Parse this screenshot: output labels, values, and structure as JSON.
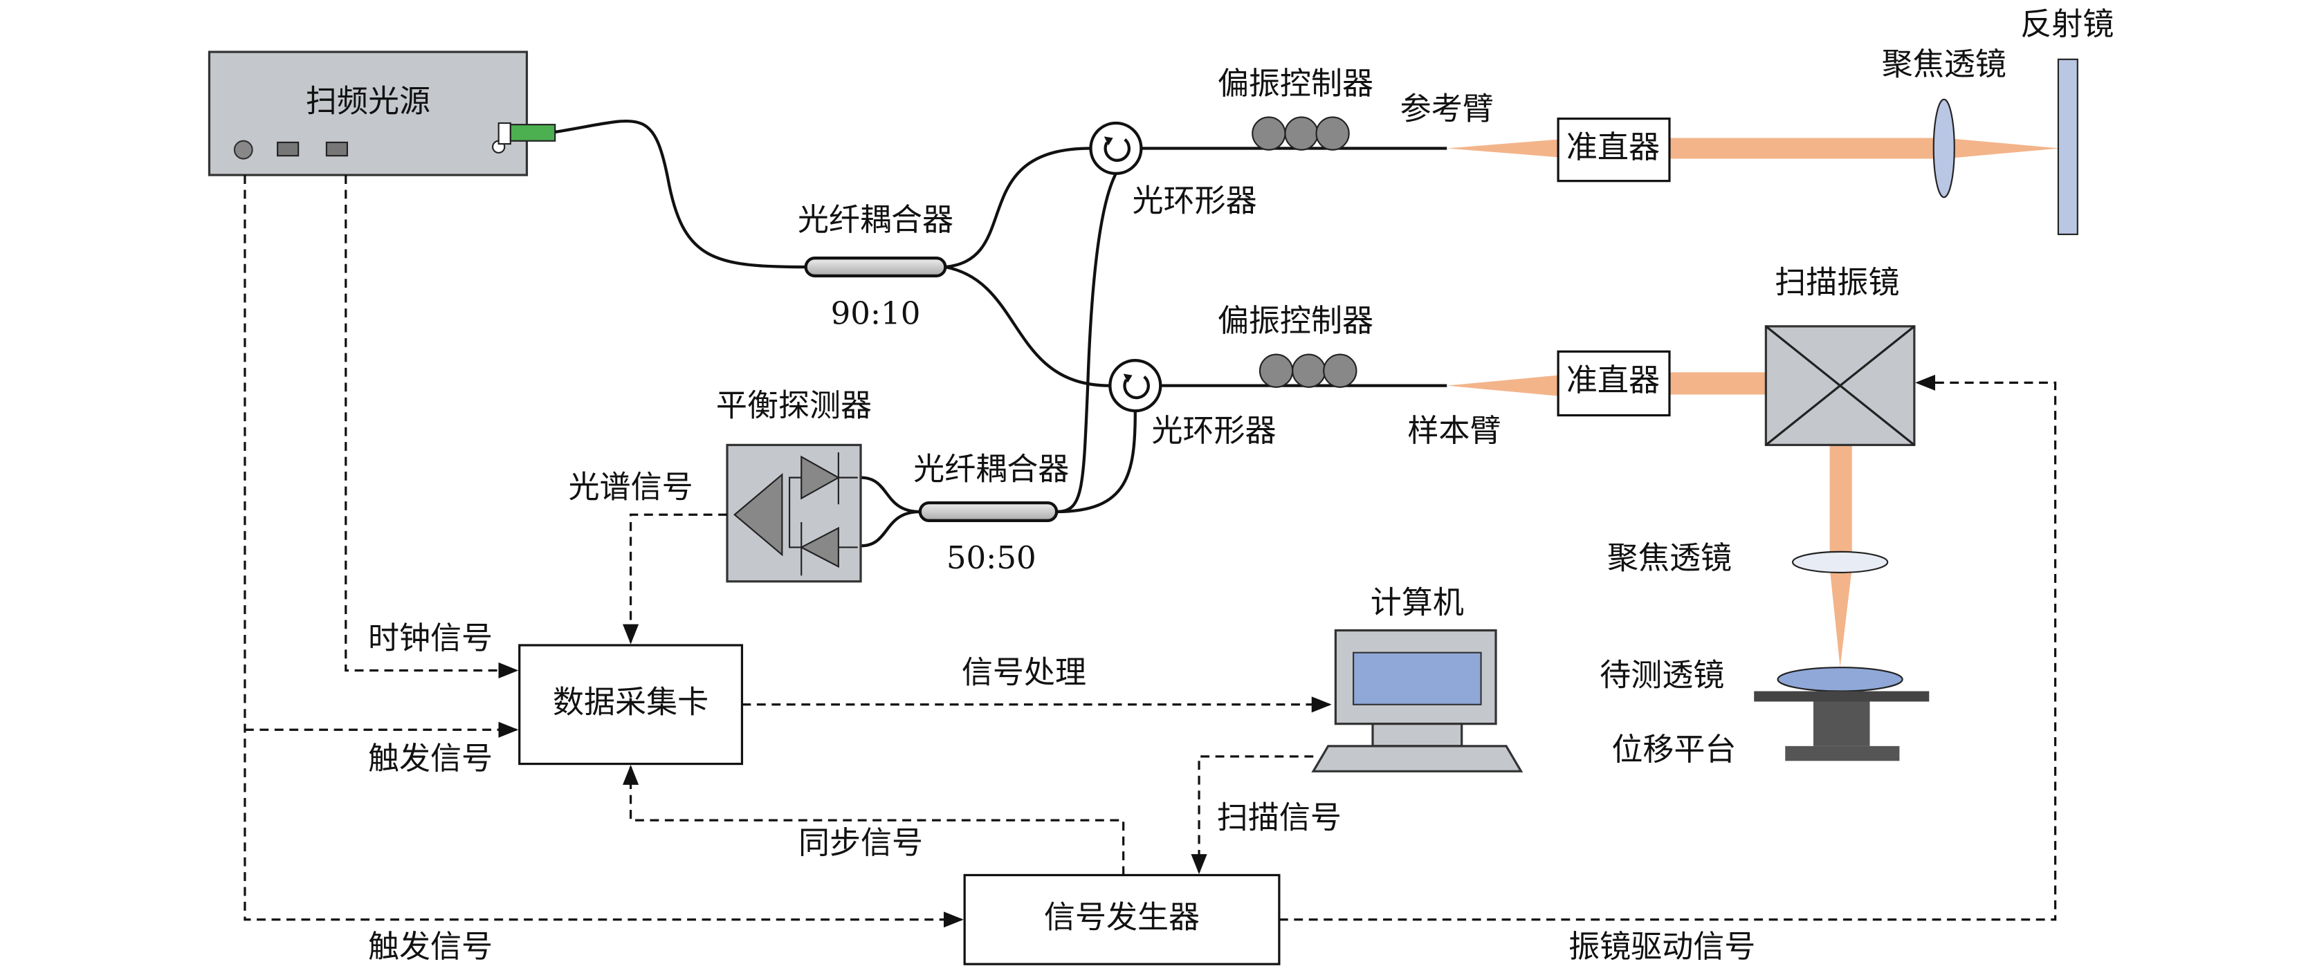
{
  "labels": {
    "source": "扫频光源",
    "coupler1": "光纤耦合器",
    "coupler1_ratio": "90:10",
    "circulator1": "光环形器",
    "pc1": "偏振控制器",
    "ref_arm": "参考臂",
    "collimator1": "准直器",
    "focus_lens1": "聚焦透镜",
    "mirror": "反射镜",
    "circulator2": "光环形器",
    "pc2": "偏振控制器",
    "sample_arm": "样本臂",
    "collimator2": "准直器",
    "galvo": "扫描振镜",
    "focus_lens2": "聚焦透镜",
    "test_lens": "待测透镜",
    "stage": "位移平台",
    "detector": "平衡探测器",
    "spectral_signal": "光谱信号",
    "coupler2": "光纤耦合器",
    "coupler2_ratio": "50:50",
    "clock_signal": "时钟信号",
    "daq": "数据采集卡",
    "trigger_signal1": "触发信号",
    "computer": "计算机",
    "signal_processing": "信号处理",
    "scan_signal": "扫描信号",
    "sync_signal": "同步信号",
    "signal_generator": "信号发生器",
    "trigger_signal2": "触发信号",
    "galvo_drive_signal": "振镜驱动信号"
  },
  "colors": {
    "beam": "#f3b48a",
    "device_gray": "#c4c7cc",
    "screen": "#8fa8d8",
    "connector": "#4caf50",
    "mirror": "#b9c6e4"
  }
}
